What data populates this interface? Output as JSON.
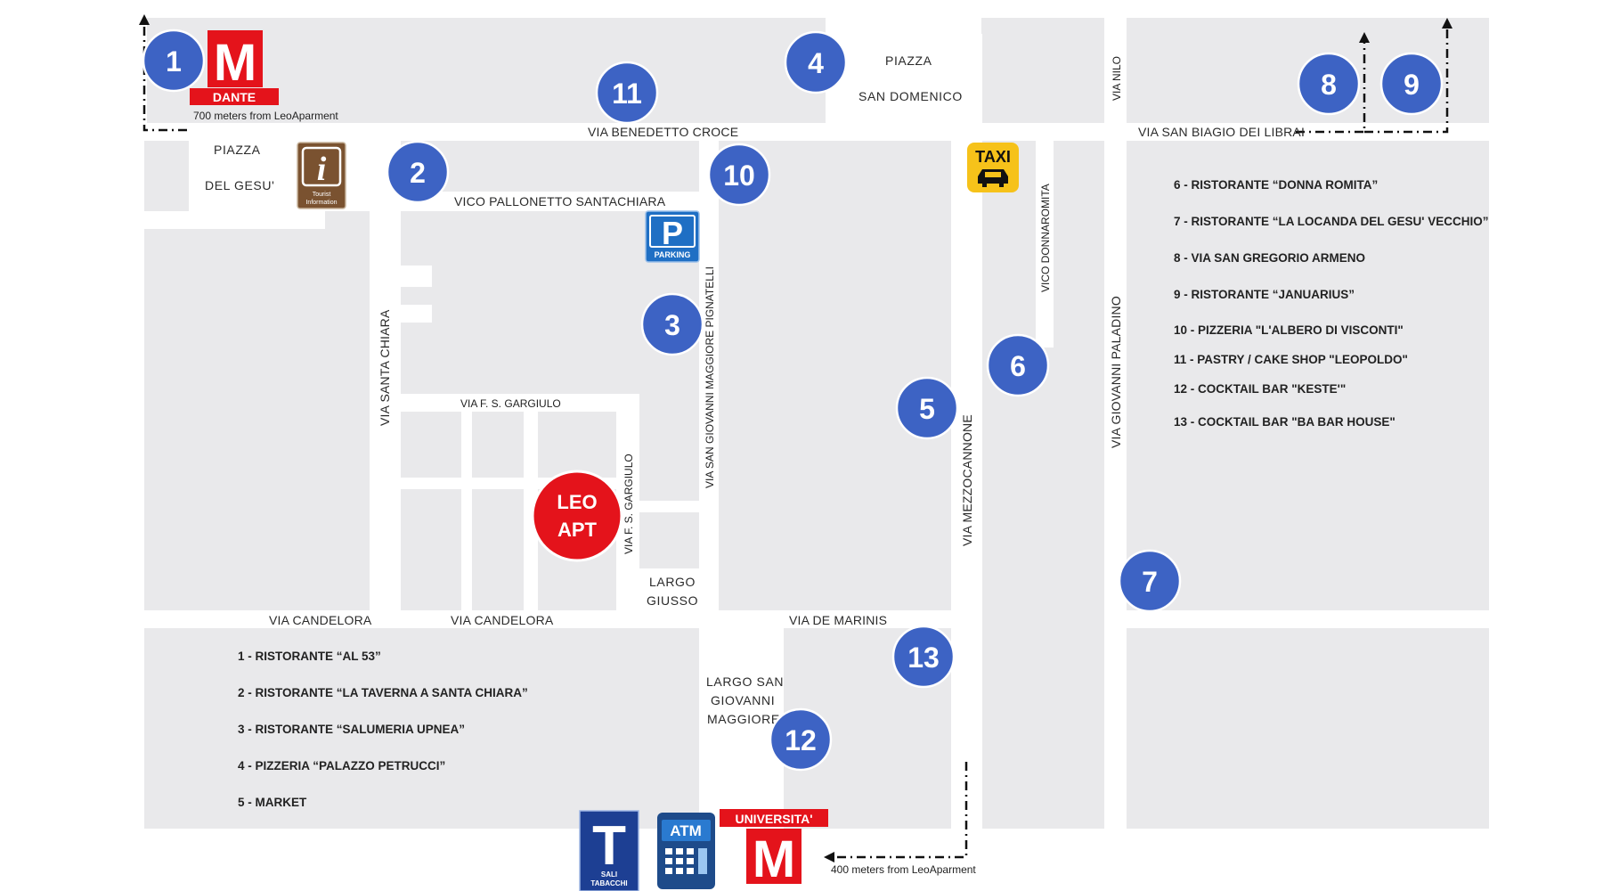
{
  "streets": {
    "benedetto_croce": "VIA BENEDETTO CROCE",
    "pallonetto": "VICO PALLONETTO SANTACHIARA",
    "santa_chiara": "VIA SANTA CHIARA",
    "gargiulo_h": "VIA F. S. GARGIULO",
    "gargiulo_v": "VIA F. S. GARGIULO",
    "san_giovanni": "VIA SAN GIOVANNI MAGGIORE PIGNATELLI",
    "mezzocannone": "VIA MEZZOCANNONE",
    "donnaromita": "VICO DONNAROMITA",
    "nilo": "VIA NILO",
    "san_biagio": "VIA SAN BIAGIO DEI LIBRAI",
    "paladino": "VIA GIOVANNI PALADINO",
    "candelora_1": "VIA CANDELORA",
    "candelora_2": "VIA CANDELORA",
    "de_marinis": "VIA DE MARINIS"
  },
  "places": {
    "piazza_gesu_1": "PIAZZA",
    "piazza_gesu_2": "DEL GESU'",
    "piazza_domenico_1": "PIAZZA",
    "piazza_domenico_2": "SAN DOMENICO",
    "largo_giusso_1": "LARGO",
    "largo_giusso_2": "GIUSSO",
    "largo_sgm_1": "LARGO SAN",
    "largo_sgm_2": "GIOVANNI",
    "largo_sgm_3": "MAGGIORE"
  },
  "markers": [
    "1",
    "2",
    "3",
    "4",
    "5",
    "6",
    "7",
    "8",
    "9",
    "10",
    "11",
    "12",
    "13"
  ],
  "apartment": {
    "line1": "LEO",
    "line2": "APT"
  },
  "metro_dante": {
    "letter": "M",
    "name": "DANTE",
    "distance": "700 meters from LeoAparment"
  },
  "metro_universita": {
    "letter": "M",
    "name": "UNIVERSITA'",
    "distance": "400 meters from LeoAparment"
  },
  "tourist_info": {
    "glyph": "i",
    "line1": "Tourist",
    "line2": "Information"
  },
  "parking": {
    "letter": "P",
    "label": "PARKING"
  },
  "taxi": {
    "label": "TAXI"
  },
  "tabacchi": {
    "letter": "T",
    "line1": "SALI",
    "line2": "TABACCHI"
  },
  "atm": {
    "label": "ATM"
  },
  "legend_left": [
    "1 - RISTORANTE “AL 53”",
    "2 - RISTORANTE “LA TAVERNA A SANTA CHIARA”",
    "3 - RISTORANTE “SALUMERIA UPNEA”",
    "4 - PIZZERIA “PALAZZO PETRUCCI”",
    "5 - MARKET"
  ],
  "legend_right": [
    "6 - RISTORANTE “DONNA ROMITA”",
    "7 - RISTORANTE “LA LOCANDA DEL GESU' VECCHIO”",
    "8 - VIA SAN GREGORIO ARMENO",
    "9 - RISTORANTE “JANUARIUS”",
    "10 - PIZZERIA \"L'ALBERO DI VISCONTI\"",
    "11 - PASTRY / CAKE SHOP \"LEOPOLDO\"",
    "12 - COCKTAIL BAR \"KESTE'\"",
    "13 - COCKTAIL BAR \"BA BAR HOUSE\""
  ],
  "colors": {
    "block": "#e9e9eb",
    "marker": "#3d63c4",
    "metro_red": "#e4131b",
    "apartment_red": "#e4131b",
    "parking_blue": "#1f6fc4",
    "taxi_yellow": "#f6c21a",
    "info_brown": "#7a5230",
    "tabacchi_blue": "#1d3f93"
  }
}
